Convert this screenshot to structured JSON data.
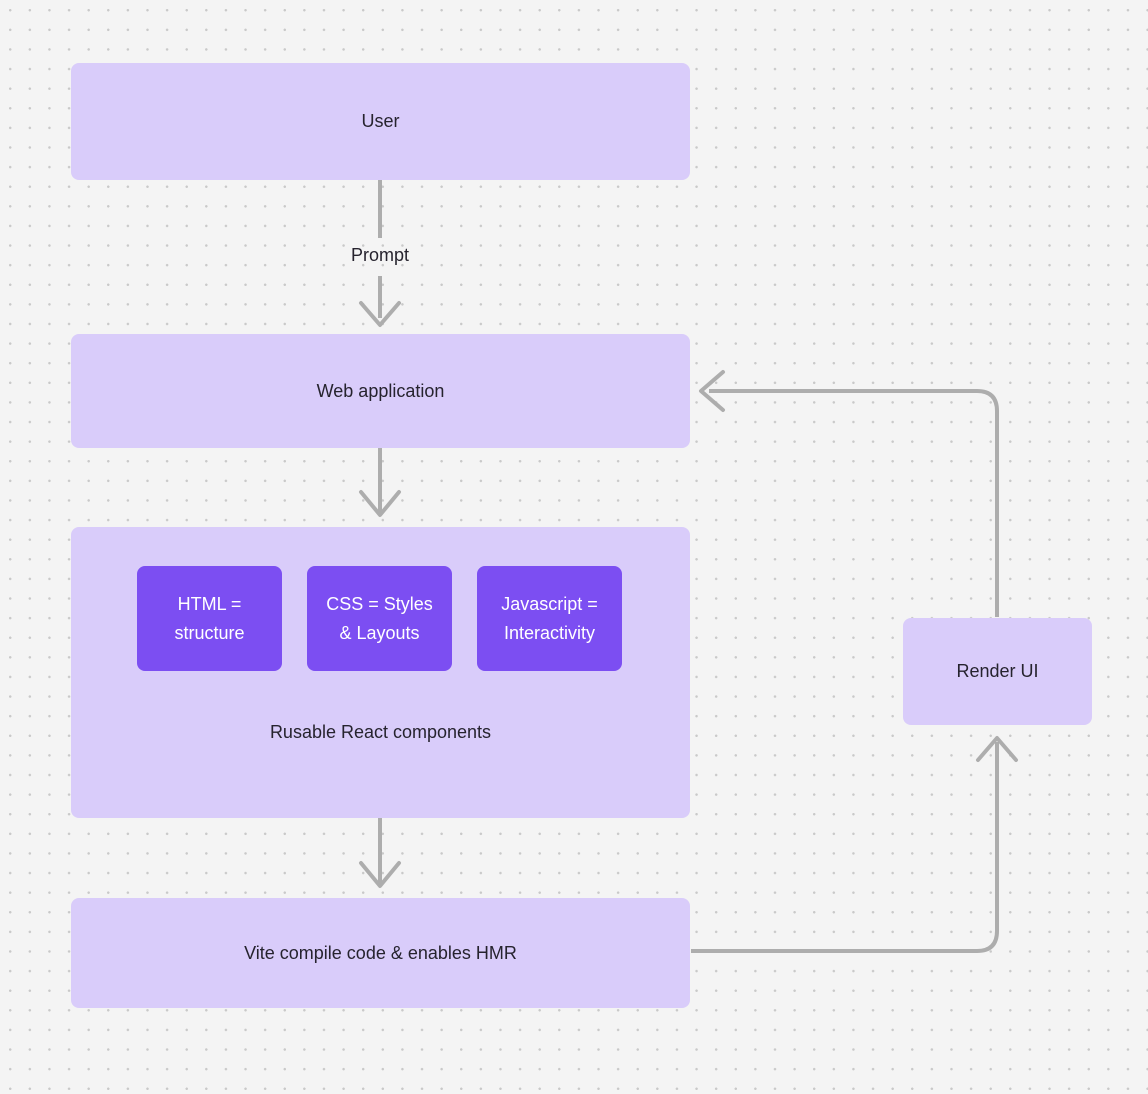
{
  "canvas": {
    "background_color": "#f4f4f4",
    "dot_color": "#c9c9c9",
    "node_fill": "#d9ccfa",
    "chip_fill": "#7c4ef2",
    "edge_color": "#adadad",
    "text_color": "#26232e"
  },
  "nodes": {
    "user": {
      "label": "User"
    },
    "web_application": {
      "label": "Web application"
    },
    "components_group": {
      "label": "Rusable React components"
    },
    "chips": [
      {
        "label": "HTML =\nstructure"
      },
      {
        "label": "CSS = Styles\n& Layouts"
      },
      {
        "label": "Javascript =\nInteractivity"
      }
    ],
    "vite": {
      "label": "Vite compile code & enables HMR"
    },
    "render_ui": {
      "label": "Render UI"
    }
  },
  "edges": {
    "user_to_web": {
      "label": "Prompt"
    },
    "web_to_components": {
      "label": ""
    },
    "components_to_vite": {
      "label": ""
    },
    "vite_to_render": {
      "label": ""
    },
    "render_to_web": {
      "label": ""
    }
  }
}
